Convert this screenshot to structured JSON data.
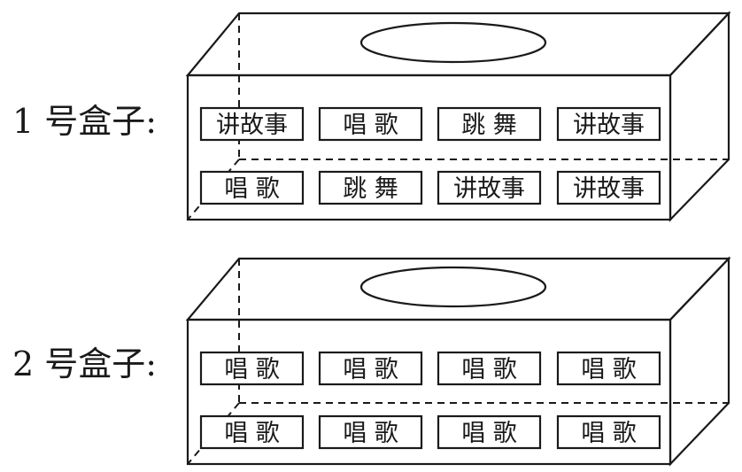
{
  "boxes": [
    {
      "label": "1 号盒子:",
      "cards": [
        [
          "讲故事",
          "唱 歌",
          "跳 舞",
          "讲故事"
        ],
        [
          "唱 歌",
          "跳 舞",
          "讲故事",
          "讲故事"
        ]
      ]
    },
    {
      "label": "2 号盒子:",
      "cards": [
        [
          "唱 歌",
          "唱 歌",
          "唱 歌",
          "唱 歌"
        ],
        [
          "唱 歌",
          "唱 歌",
          "唱 歌",
          "唱 歌"
        ]
      ]
    }
  ]
}
